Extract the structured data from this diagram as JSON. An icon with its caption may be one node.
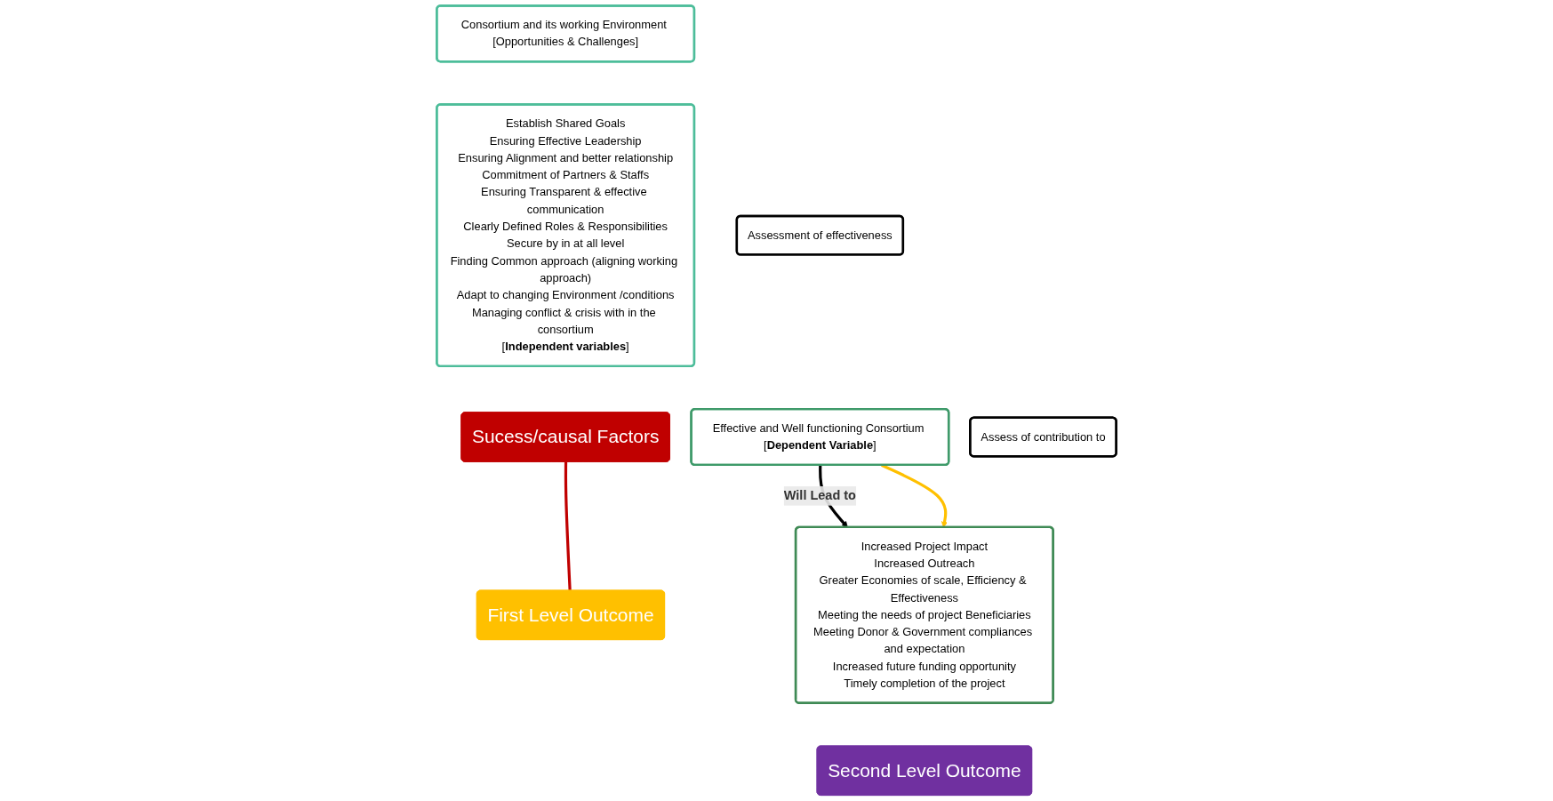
{
  "diagram": {
    "nodes": [
      {
        "text": [
          "Consortium and its working Environment [Opportunities & Challenges]"
        ]
      },
      {
        "text": [
          "Establish Shared Goals",
          "Ensuring Effective Leadership",
          "Ensuring Alignment and better relationship",
          "Commitment of Partners & Staffs",
          "Ensuring Transparent & effective communication",
          "Clearly Defined Roles & Responsibilities",
          "Secure by in at all level",
          "Finding Common approach (aligning working approach)",
          "Adapt to changing Environment /conditions",
          "Managing conflict & crisis with in the consortium",
          "[**Independent variables**]"
        ]
      },
      {
        "text": [
          "Sucess/causal Factors"
        ]
      },
      {
        "text": [
          "Assessment of effectiveness"
        ]
      },
      {
        "text": [
          "Effective and Well functioning Consortium [**Dependent Variable**]"
        ]
      },
      {
        "text": [
          "First Level Outcome"
        ]
      },
      {
        "text": [
          "Assess of contribution to"
        ]
      },
      {
        "text": [
          "Increased Project Impact",
          "Increased Outreach",
          "Greater Economies of scale, Efficiency & Effectiveness",
          "Meeting the needs of project Beneficiaries",
          "Meeting Donor & Government compliances and expectation",
          "Increased future funding opportunity",
          "Timely completion of the project"
        ]
      },
      {
        "text": [
          "Second Level Outcome"
        ]
      }
    ],
    "edges": [
      {
        "from": 2,
        "to": 5,
        "arrow": "none",
        "color": "#c00000"
      },
      {
        "from": 4,
        "to": 7,
        "arrow": "to",
        "label": "Will Lead to",
        "color": "#000000"
      },
      {
        "from": 4,
        "to": 7,
        "arrow": "to",
        "color": "#ffc000"
      }
    ]
  }
}
